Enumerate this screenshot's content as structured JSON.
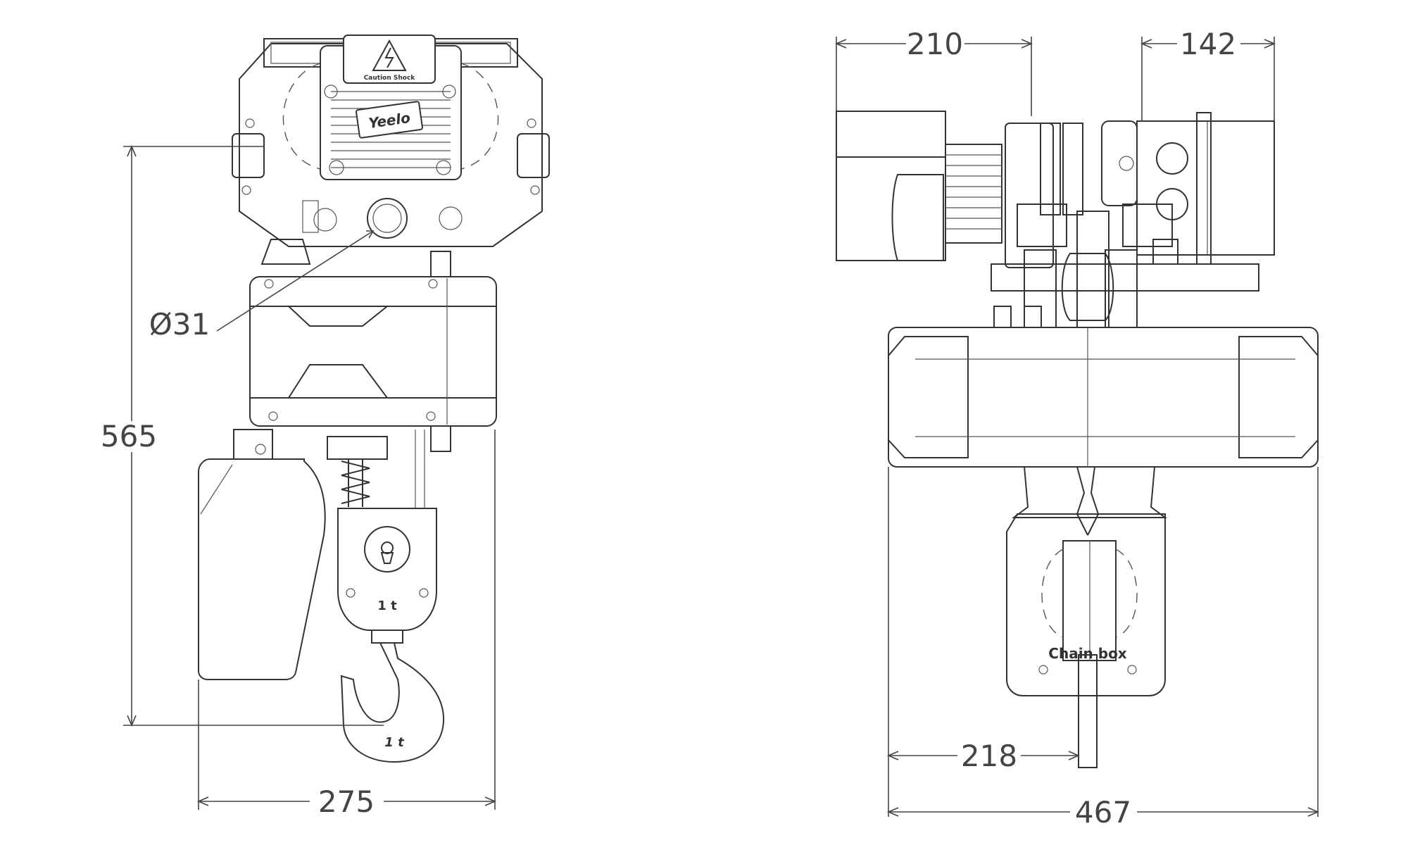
{
  "front_view": {
    "height_dimension": "565",
    "width_dimension": "275",
    "diameter_label": "Ø31",
    "warning_label": "Caution Shock",
    "brand_logo": "Yeelo",
    "hook_block_capacity": "1 t",
    "hook_capacity": "1 t"
  },
  "side_view": {
    "trolley_width_left": "210",
    "trolley_width_right": "142",
    "chain_offset": "218",
    "overall_width": "467",
    "chain_box_label": "Chain box"
  },
  "colors": {
    "line": "#333333",
    "dimension_text": "#444444",
    "background": "#ffffff"
  }
}
